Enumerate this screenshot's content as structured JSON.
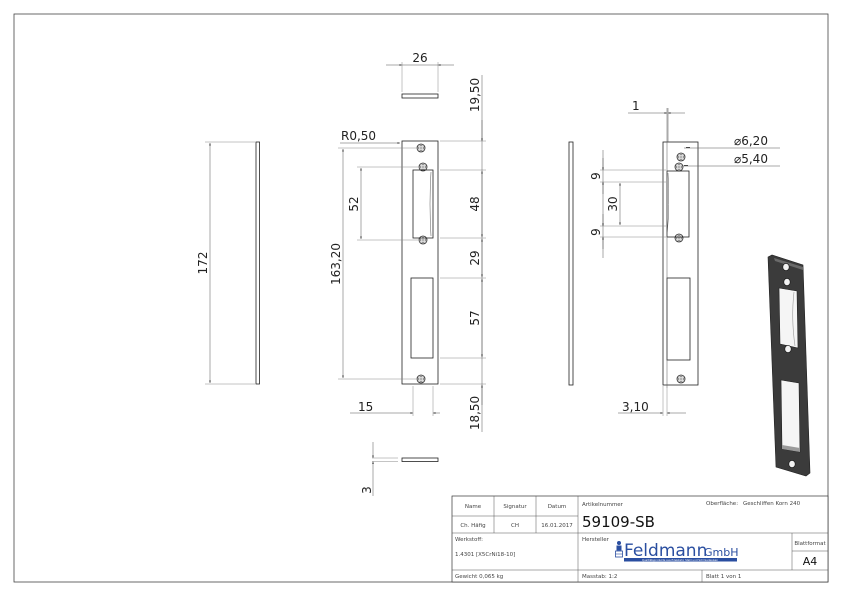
{
  "drawing": {
    "dimensions": {
      "side_length": "172",
      "top_width": "26",
      "bottom_thickness": "3",
      "top_offset": "19,50",
      "radius": "R0,50",
      "hole_spacing_upper": "52",
      "overall_hole_spacing": "163,20",
      "upper_cutout_height": "48",
      "gap_height": "29",
      "lower_cutout_height": "57",
      "bottom_offset": "18,50",
      "cutout_width": "15",
      "bend_offset": "1",
      "hole_dia_large": "6,20",
      "hole_dia_small": "5,40",
      "lip_top": "9",
      "lip_height": "30",
      "lip_bottom": "9",
      "edge_offset": "3,10"
    },
    "diameter_symbol": "⌀"
  },
  "title_block": {
    "headers": {
      "name": "Name",
      "signature": "Signatur",
      "date": "Datum"
    },
    "values": {
      "name": "Ch. Häfig",
      "signature": "CH",
      "date": "16.01.2017"
    },
    "article_label": "Artikelnummer",
    "article_number": "59109-SB",
    "surface_label": "Oberfläche:",
    "surface_value": "Geschliffen Korn 240",
    "material_label": "Werkstoff:",
    "material_value": "1.4301 [X5CrNi18-10]",
    "manufacturer_label": "Hersteller",
    "manufacturer_logo": "Feldmann",
    "manufacturer_suffix": "GmbH",
    "manufacturer_tagline": "Qualitätsprodukte aus Edelstahl, Stahl und Schmiedeeisen",
    "format_label": "Blattformat",
    "format_value": "A4",
    "weight": "Gewicht 0,065 kg",
    "scale": "Masstab: 1:2",
    "sheet": "Blatt 1 von 1"
  },
  "colors": {
    "logo_blue": "#2a4ea0",
    "iso_plate": "#3b3b3b"
  }
}
